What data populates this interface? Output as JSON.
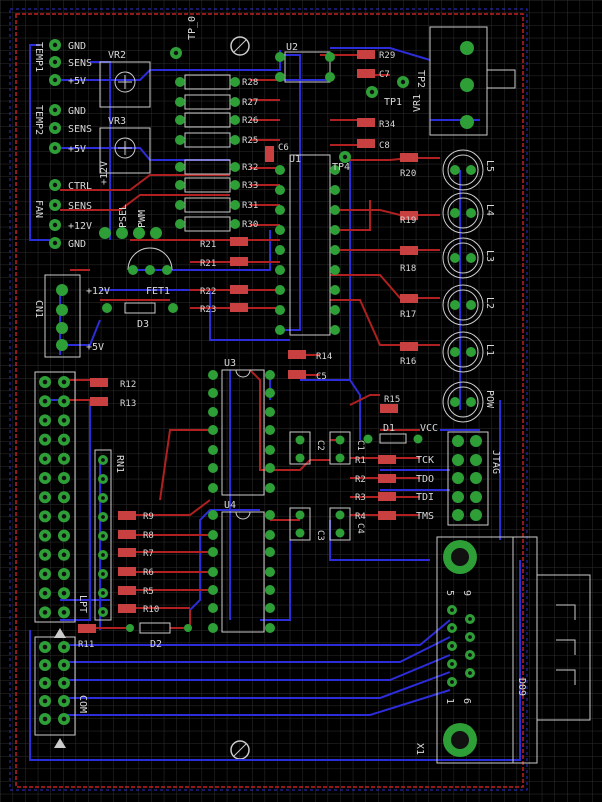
{
  "board": {
    "grid_color": "#2f2f2f",
    "background": "#000000",
    "top_copper": "#b02020",
    "bottom_copper": "#2c2cd8",
    "pad_color": "#2e9e36",
    "silk_color": "#d8d8d8",
    "smd_color": "#c84040"
  },
  "labels": {
    "temp1_gnd": "GND",
    "temp1_sens": "SENS",
    "temp1_5v": "+5V",
    "temp1": "TEMP1",
    "temp2_gnd": "GND",
    "temp2_sens": "SENS",
    "temp2_5v": "+5V",
    "temp2": "TEMP2",
    "fan_ctrl": "CTRL",
    "fan_sens": "SENS",
    "fan_12v": "+12V",
    "fan_gnd": "GND",
    "fan": "FAN",
    "vr2": "VR2",
    "vr3": "VR3",
    "tp0": "TP_0",
    "u2": "U2",
    "u1": "U1",
    "r29": "R29",
    "c7": "C7",
    "tp2": "TP2",
    "tp1": "TP1",
    "r34": "R34",
    "c8": "C8",
    "vr1": "VR1",
    "c6": "C6",
    "tp4": "TP4",
    "r28": "R28",
    "r27": "R27",
    "r26": "R26",
    "r25": "R25",
    "r32": "R32",
    "r33": "R33",
    "r31": "R31",
    "r30": "R30",
    "r20": "R20",
    "r19": "R19",
    "r18": "R18",
    "r17": "R17",
    "r16": "R16",
    "r15": "R15",
    "l5": "L5",
    "l4": "L4",
    "l3": "L3",
    "l2": "L2",
    "l1": "L1",
    "pow": "POW",
    "psel_12v": "+12V",
    "psel": "PSEL",
    "pwm": "PWM",
    "r21a": "R21",
    "r21b": "R21",
    "r22": "R22",
    "r23": "R23",
    "fet1": "FET1",
    "d3": "D3",
    "cn1": "CN1",
    "cn_12v": "+12V",
    "cn_5v": "+5V",
    "r14": "R14",
    "c5": "C5",
    "u3": "U3",
    "u4": "U4",
    "r12": "R12",
    "r13": "R13",
    "rn1": "RN1",
    "r9": "R9",
    "r8": "R8",
    "r7": "R7",
    "r6": "R6",
    "r5": "R5",
    "r10": "R10",
    "r11": "R11",
    "d2": "D2",
    "lpt": "LPT",
    "com": "COM",
    "c2": "C2",
    "c1": "C1",
    "c3": "C3",
    "c4": "C4",
    "d1": "D1",
    "vcc": "VCC",
    "r1": "R1",
    "r2": "R2",
    "r3": "R3",
    "r4": "R4",
    "tck": "TCK",
    "tdo": "TDO",
    "tdi": "TDI",
    "tms": "TMS",
    "jtag": "JTAG",
    "n5": "5",
    "n9": "9",
    "n1": "1",
    "n6": "6",
    "d09": "D09",
    "x1": "X1"
  }
}
